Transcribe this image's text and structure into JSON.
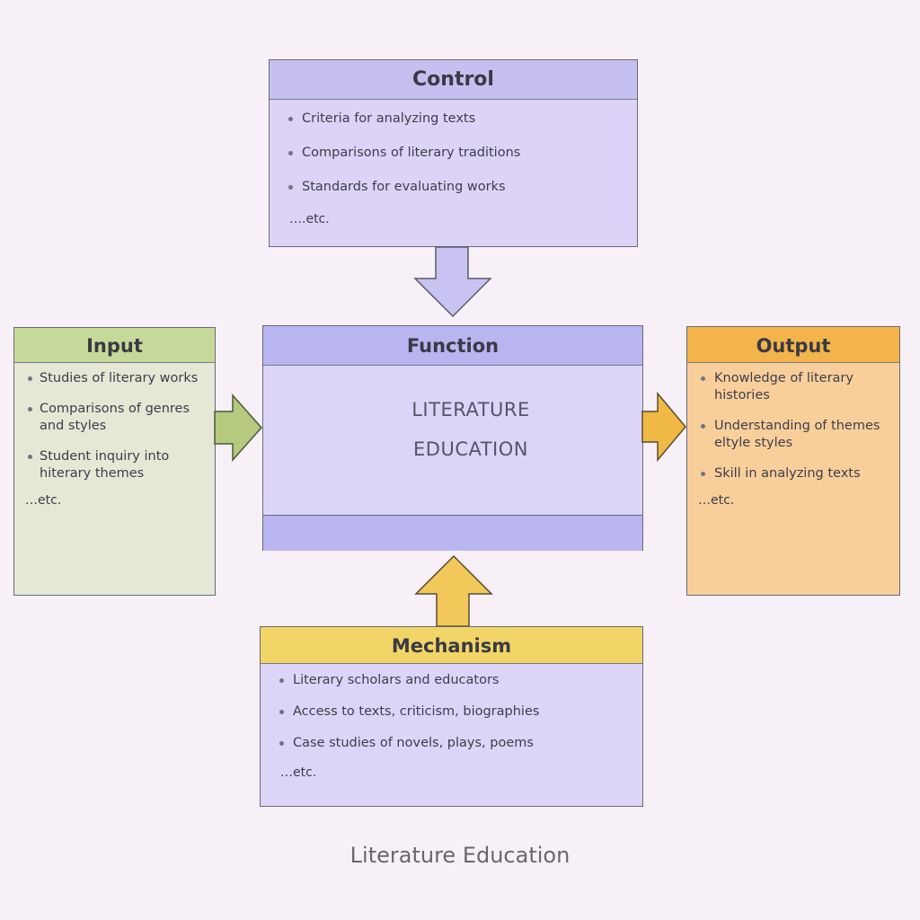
{
  "diagram": {
    "caption": "Literature Education",
    "colors": {
      "background": "#f7f1f7",
      "control_header": "#c6c0f0",
      "control_body": "#dcd3f7",
      "function_header": "#b9b5f0",
      "function_body": "#ddd5f8",
      "input_header": "#c7d99a",
      "input_body": "#e5e8d5",
      "output_header": "#f3b44c",
      "output_body": "#f8cf9b",
      "mechanism_header": "#f1d567",
      "mechanism_body": "#ddd5f8"
    },
    "control": {
      "title": "Control",
      "items": [
        "Criteria for analyzing texts",
        "Comparisons of literary traditions",
        "Standards for evaluating works"
      ],
      "etc": "….etc."
    },
    "input": {
      "title": "Input",
      "items": [
        "Studies of literary works",
        "Comparisons of genres and styles",
        "Student inquiry into hiterary themes"
      ],
      "etc": "…etc."
    },
    "function": {
      "title": "Function",
      "lines": [
        "LITERATURE",
        "EDUCATION"
      ]
    },
    "output": {
      "title": "Output",
      "items": [
        "Knowledge of literary histories",
        "Understanding of themes eltyle styles",
        "Skill in analyzing texts"
      ],
      "etc": "…etc."
    },
    "mechanism": {
      "title": "Mechanism",
      "items": [
        "Literary scholars and educators",
        "Access to texts, criticism, biographies",
        "Case studies of novels, plays, poems"
      ],
      "etc": "…etc."
    },
    "arrows": [
      {
        "from": "control",
        "to": "function",
        "direction": "down"
      },
      {
        "from": "input",
        "to": "function",
        "direction": "right"
      },
      {
        "from": "function",
        "to": "output",
        "direction": "right"
      },
      {
        "from": "mechanism",
        "to": "function",
        "direction": "up"
      }
    ]
  }
}
